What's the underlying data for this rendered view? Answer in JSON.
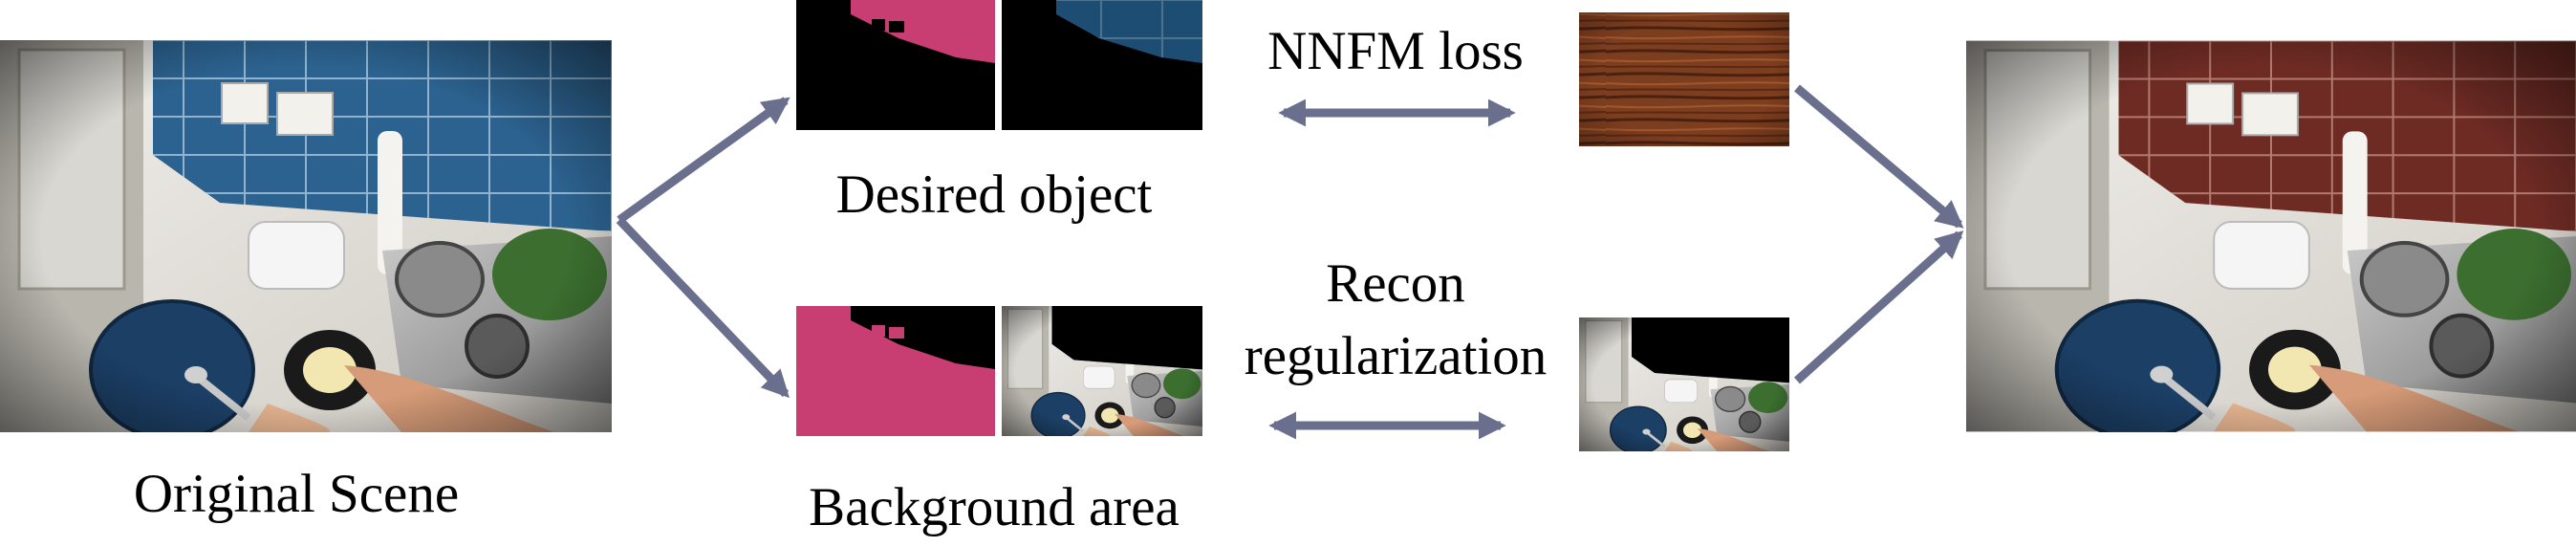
{
  "labels": {
    "original": "Original Scene",
    "desired": "Desired object",
    "background": "Background area",
    "nnfm": "NNFM loss",
    "recon_line1": "Recon",
    "recon_line2": "regularization"
  },
  "colors": {
    "arrow": "#6a6f8e",
    "mask_pink": "#c83e72",
    "mask_black": "#000000",
    "tile_blue": "#2a5f8a",
    "tile_brown": "#6b2a22",
    "wood": "#7a3b1e",
    "counter": "#e8e6e2",
    "plate": "#1c3f66"
  },
  "icons": {
    "pipeline_arrow": "arrow-icon",
    "loss_arrow": "double-arrow-icon"
  }
}
